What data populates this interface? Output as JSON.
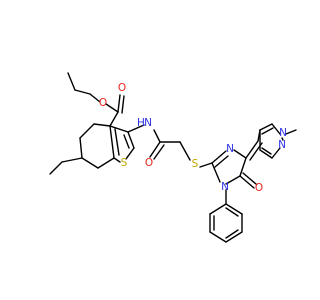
{
  "colors": {
    "carbon_bond": "#000000",
    "oxygen": "#e8231f",
    "nitrogen": "#2f32e6",
    "sulfur": "#c5a600",
    "background": "#ffffff"
  },
  "atoms": {
    "o_ester_carbonyl": "O",
    "o_ester_ether": "O",
    "s_thiophene": "S",
    "n_amide": "N",
    "h_amide": "H",
    "o_amide": "O",
    "s_thioether": "S",
    "n_imidazole_top": "N",
    "n_imidazole_phenyl": "N",
    "o_imidazolone": "O",
    "n_pyrazole_1": "N",
    "n_pyrazole_2": "N"
  }
}
